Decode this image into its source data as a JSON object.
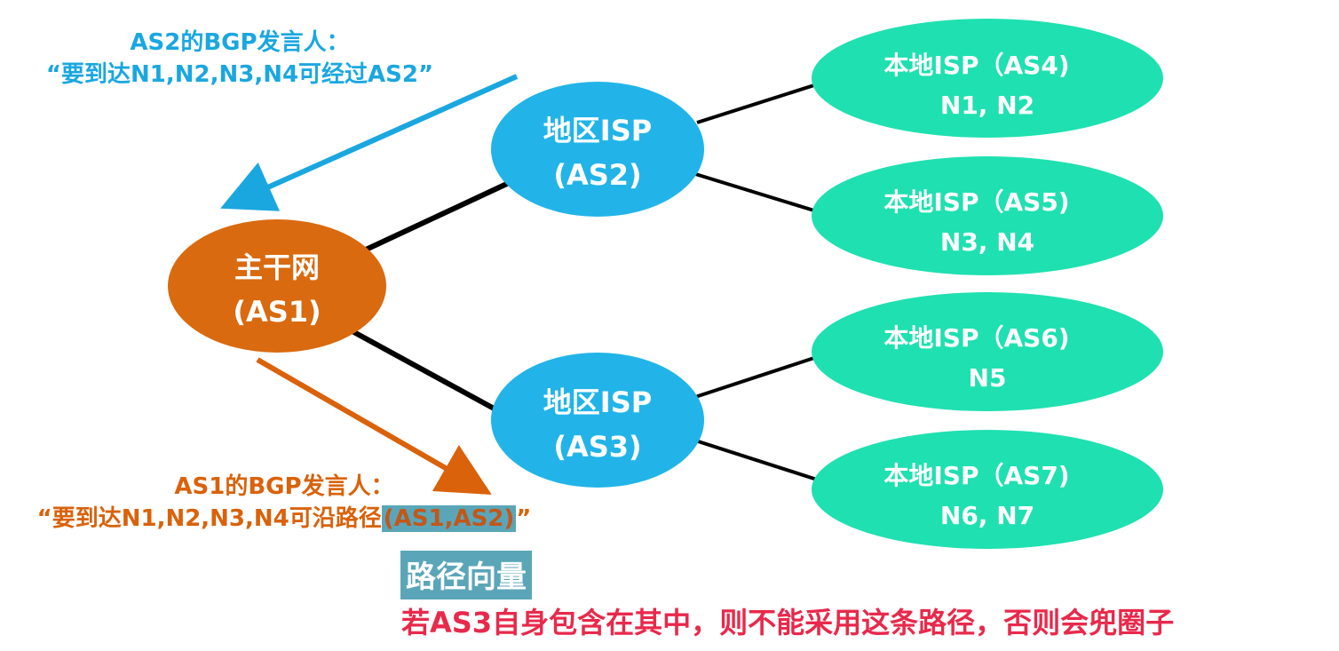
{
  "nodes": {
    "as1": {
      "line1": "主干网",
      "line2": "(AS1)",
      "color": "#d96a10"
    },
    "as2": {
      "line1": "地区ISP",
      "line2": "(AS2)",
      "color": "#22b4e8"
    },
    "as3": {
      "line1": "地区ISP",
      "line2": "(AS3)",
      "color": "#22b4e8"
    },
    "as4": {
      "line1": "本地ISP（AS4)",
      "line2": "N1, N2",
      "color": "#1fe0b0"
    },
    "as5": {
      "line1": "本地ISP（AS5)",
      "line2": "N3, N4",
      "color": "#1fe0b0"
    },
    "as6": {
      "line1": "本地ISP（AS6)",
      "line2": "N5",
      "color": "#1fe0b0"
    },
    "as7": {
      "line1": "本地ISP（AS7)",
      "line2": "N6, N7",
      "color": "#1fe0b0"
    }
  },
  "callout_as2": {
    "title": "AS2的BGP发言人：",
    "message": "“要到达N1,N2,N3,N4可经过AS2”",
    "color": "#1aa7e0"
  },
  "callout_as1": {
    "title": "AS1的BGP发言人：",
    "message_prefix": "“要到达N1,N2,N3,N4可沿路径",
    "path": "(AS1,AS2)",
    "message_suffix": "”",
    "color": "#d9620b"
  },
  "path_vector_label": "路径向量",
  "note": "若AS3自身包含在其中，则不能采用这条路径，否则会兜圈子"
}
